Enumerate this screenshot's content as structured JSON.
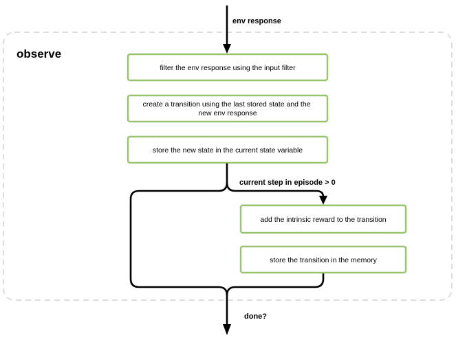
{
  "diagram": {
    "group_title": "observe",
    "entry_label": "env response",
    "condition_label": "current step in episode > 0",
    "exit_label": "done?",
    "steps": [
      {
        "lines": [
          "filter the env response using the input filter"
        ]
      },
      {
        "lines": [
          "create a transition using the last stored state and the",
          "new env response"
        ]
      },
      {
        "lines": [
          "store the new state in the current state variable"
        ]
      }
    ],
    "conditional_steps": [
      {
        "lines": [
          "add the intrinsic reward to the transition"
        ]
      },
      {
        "lines": [
          "store the transition in the memory"
        ]
      }
    ],
    "colors": {
      "box_border": "#97c36b",
      "group_border": "#dddddd",
      "arrow": "#000000"
    }
  }
}
